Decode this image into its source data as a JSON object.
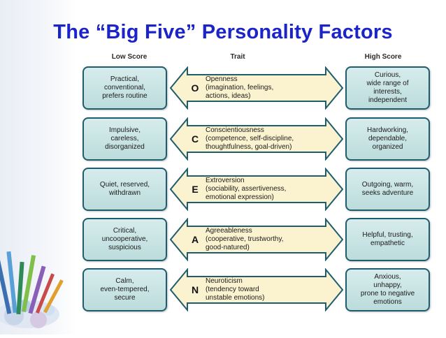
{
  "title": "The “Big Five” Personality Factors",
  "headers": {
    "low": "Low Score",
    "trait": "Trait",
    "high": "High Score"
  },
  "factors": [
    {
      "letter": "O",
      "low": "Practical,\nconventional,\nprefers routine",
      "trait": "Openness\n(imagination, feelings,\nactions, ideas)",
      "high": "Curious,\nwide range of\ninterests,\nindependent"
    },
    {
      "letter": "C",
      "low": "Impulsive,\ncareless,\ndisorganized",
      "trait": "Conscientiousness\n(competence, self-discipline,\nthoughtfulness, goal-driven)",
      "high": "Hardworking,\ndependable,\norganized"
    },
    {
      "letter": "E",
      "low": "Quiet, reserved,\nwithdrawn",
      "trait": "Extroversion\n(sociability, assertiveness,\nemotional expression)",
      "high": "Outgoing, warm,\nseeks adventure"
    },
    {
      "letter": "A",
      "low": "Critical,\nuncooperative,\nsuspicious",
      "trait": "Agreeableness\n(cooperative, trustworthy,\ngood-natured)",
      "high": "Helpful, trusting,\nempathetic"
    },
    {
      "letter": "N",
      "low": "Calm,\neven-tempered,\nsecure",
      "trait": "Neuroticism\n(tendency toward\nunstable emotions)",
      "high": "Anxious,\nunhappy,\nprone to negative\nemotions"
    }
  ],
  "colors": {
    "title": "#1a24c8",
    "box_border": "#1e5c6e",
    "box_fill": "#c8e4e4",
    "arrow_fill": "#fbf3cf",
    "arrow_border": "#1e5c6e"
  },
  "decoration": "colored-pencils-icon"
}
